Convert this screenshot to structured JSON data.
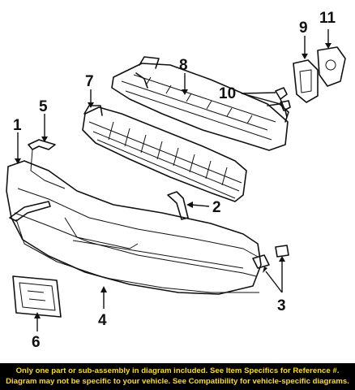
{
  "callouts": {
    "c1": "1",
    "c2": "2",
    "c3": "3",
    "c4": "4",
    "c5": "5",
    "c6": "6",
    "c7": "7",
    "c8": "8",
    "c9": "9",
    "c10": "10",
    "c11": "11"
  },
  "footer": {
    "line1": "Only one part or sub-assembly in diagram included. See Item Specifics for Reference #.",
    "line2": "Diagram may not be specific to your vehicle. See Compatibility for vehicle-specific diagrams."
  },
  "colors": {
    "footer_background": "#000000",
    "footer_text": "#ffdf00",
    "line_art": "#111111"
  }
}
